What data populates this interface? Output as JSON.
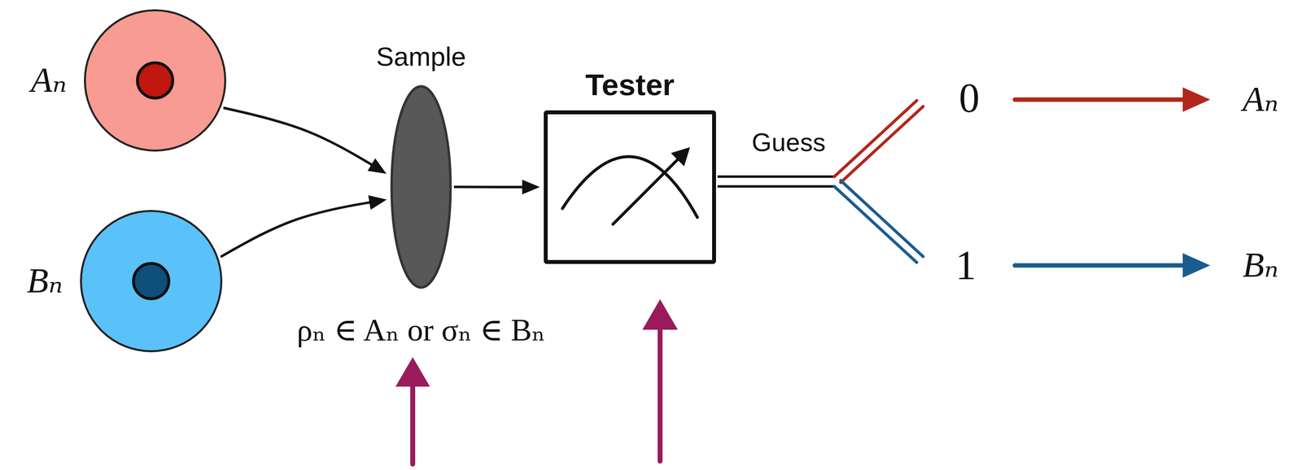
{
  "diagram": {
    "nodes": [
      {
        "text": [
          "Aₙ"
        ]
      },
      {
        "text": [
          "Bₙ"
        ]
      },
      {
        "text": [
          "Sample"
        ]
      },
      {
        "text": [
          "Tester"
        ]
      }
    ],
    "edges": [
      {
        "from": 0,
        "to": 2,
        "arrow": "to"
      },
      {
        "from": 1,
        "to": 2,
        "arrow": "to"
      },
      {
        "from": 2,
        "to": 3,
        "arrow": "to"
      }
    ],
    "labels": [
      "ρₙ ∈ Aₙ or σₙ ∈ Bₙ",
      "Guess",
      "0",
      "1",
      "Aₙ",
      "Bₙ"
    ]
  }
}
